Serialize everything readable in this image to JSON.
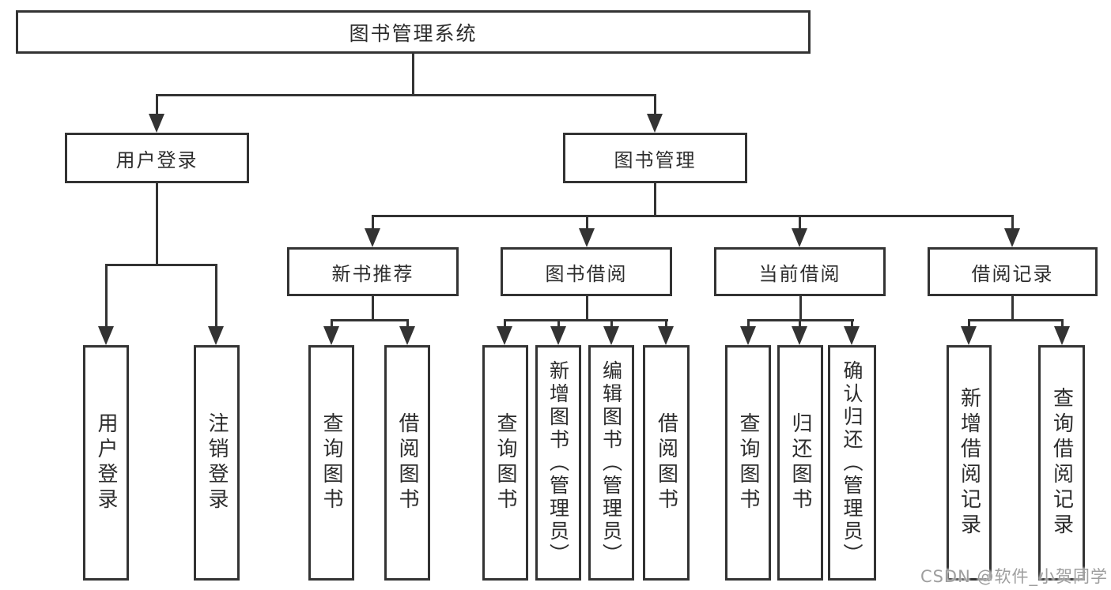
{
  "diagram_type": "tree",
  "nodes": {
    "root": "图书管理系统",
    "user_login": "用户登录",
    "book_management": "图书管理",
    "new_book_recommend": "新书推荐",
    "book_borrow": "图书借阅",
    "current_borrow": "当前借阅",
    "borrow_records": "借阅记录",
    "leaves": {
      "user_login": [
        "用户登录",
        "注销登录"
      ],
      "new_book_recommend": [
        "查询图书",
        "借阅图书"
      ],
      "book_borrow": [
        "查询图书",
        "新增图书（管理员）",
        "编辑图书（管理员）",
        "借阅图书"
      ],
      "current_borrow": [
        "查询图书",
        "归还图书",
        "确认归还（管理员）"
      ],
      "borrow_records": [
        "新增借阅记录",
        "查询借阅记录"
      ]
    }
  },
  "watermark": "CSDN @软件_小贺同学",
  "colors": {
    "line": "#333333",
    "text": "#2d2d2d",
    "watermark": "#9e9e9e",
    "background": "#ffffff"
  }
}
